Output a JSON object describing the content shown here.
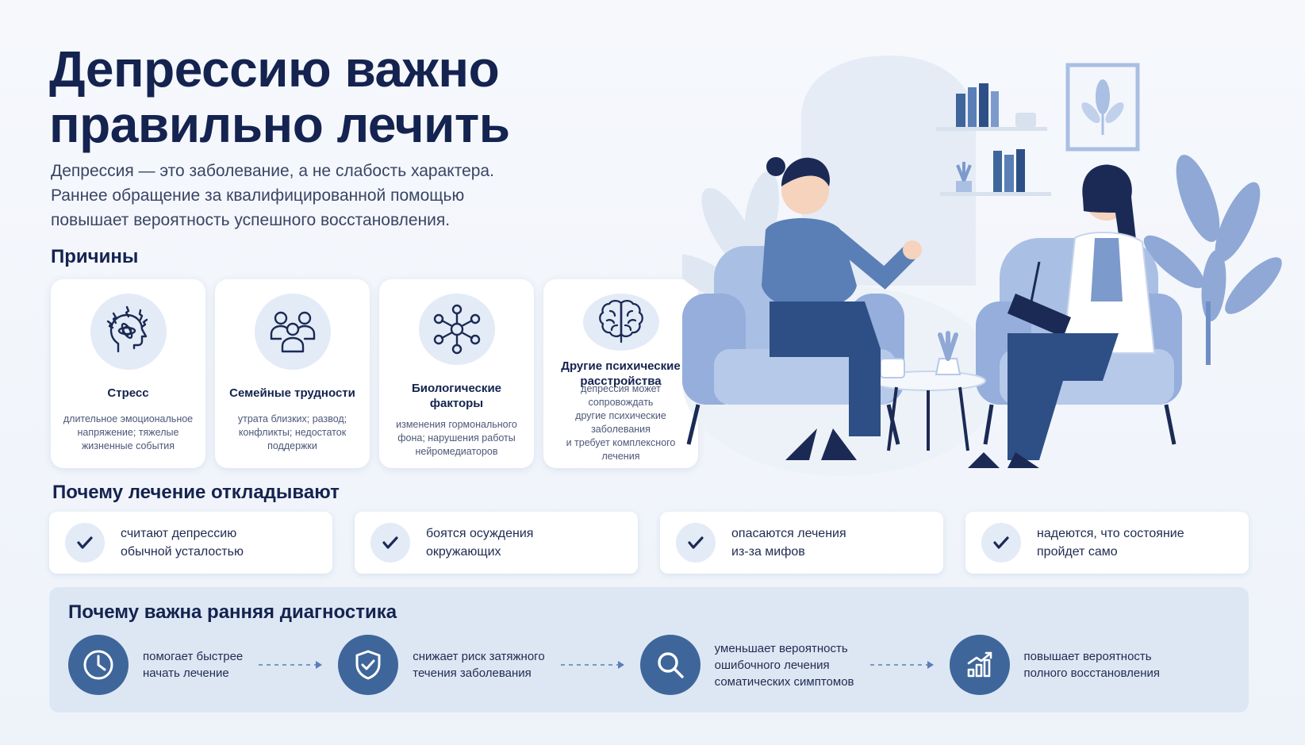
{
  "title": {
    "line1": "Депрессию важно",
    "line2": "правильно лечить"
  },
  "intro": {
    "line1": "Депрессия — это заболевание, а не слабость характера.",
    "line2": "Раннее обращение за квалифицированной помощью",
    "line3": "повышает вероятность успешного восстановления."
  },
  "causes": {
    "heading": "Причины",
    "items": [
      {
        "title": "Стресс",
        "desc": [
          "длительное эмоциональное",
          "напряжение; тяжелые",
          "жизненные события"
        ],
        "icon": "stressed-head-icon"
      },
      {
        "title": "Семейные трудности",
        "desc": [
          "утрата близких; развод;",
          "конфликты; недостаток",
          "поддержки"
        ],
        "icon": "family-icon"
      },
      {
        "title": "Биологические факторы",
        "desc": [
          "изменения гормонального",
          "фона; нарушения работы",
          "нейромедиаторов"
        ],
        "icon": "molecule-icon"
      },
      {
        "title": [
          "Другие психические",
          "расстройства"
        ],
        "desc": [
          "депрессия может сопровождать",
          "другие психические заболевания",
          "и требует комплексного лечения"
        ],
        "icon": "brain-icon"
      }
    ]
  },
  "delays": {
    "heading": "Почему лечение откладывают",
    "items": [
      [
        "считают депрессию",
        "обычной усталостью"
      ],
      [
        "боятся осуждения",
        "окружающих"
      ],
      [
        "опасаются лечения",
        "из-за мифов"
      ],
      [
        "надеются, что состояние",
        "пройдет само"
      ]
    ]
  },
  "early": {
    "heading": "Почему важна ранняя диагностика",
    "steps": [
      {
        "icon": "clock-icon",
        "text": [
          "помогает быстрее",
          "начать лечение"
        ]
      },
      {
        "icon": "shield-check-icon",
        "text": [
          "снижает риск затяжного",
          "течения заболевания"
        ]
      },
      {
        "icon": "magnifier-icon",
        "text": [
          "уменьшает вероятность",
          "ошибочного лечения",
          "соматических симптомов"
        ]
      },
      {
        "icon": "growth-chart-icon",
        "text": [
          "повышает вероятность",
          "полного восстановления"
        ]
      }
    ]
  },
  "colors": {
    "navy": "#14234f",
    "accent": "#3e669a",
    "chair": "#a9bfe3",
    "panel": "#dde7f4"
  }
}
